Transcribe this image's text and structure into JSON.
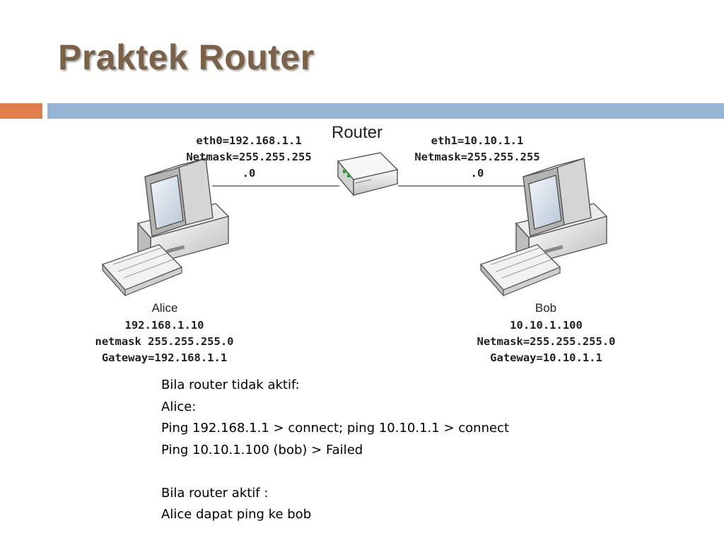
{
  "slide": {
    "title": "Praktek Router"
  },
  "diagram": {
    "router": {
      "label": "Router",
      "eth0": [
        "eth0=192.168.1.1",
        "Netmask=255.255.255",
        ".0"
      ],
      "eth1": [
        "eth1=10.10.1.1",
        "Netmask=255.255.255",
        ".0"
      ]
    },
    "alice": {
      "name": "Alice",
      "details": [
        "192.168.1.10",
        "netmask 255.255.255.0",
        "Gateway=192.168.1.1"
      ]
    },
    "bob": {
      "name": "Bob",
      "details": [
        "10.10.1.100",
        "Netmask=255.255.255.0",
        "Gateway=10.10.1.1"
      ]
    }
  },
  "notes": {
    "lines": [
      "Bila router tidak aktif:",
      "Alice:",
      "Ping 192.168.1.1 > connect; ping 10.10.1.1 > connect",
      "Ping 10.10.1.100 (bob) > Failed",
      "",
      "Bila router aktif :",
      "Alice dapat ping ke bob"
    ]
  },
  "colors": {
    "title": "#7a6148",
    "accent_orange": "#e07f4b",
    "accent_blue": "#94b5d3"
  }
}
